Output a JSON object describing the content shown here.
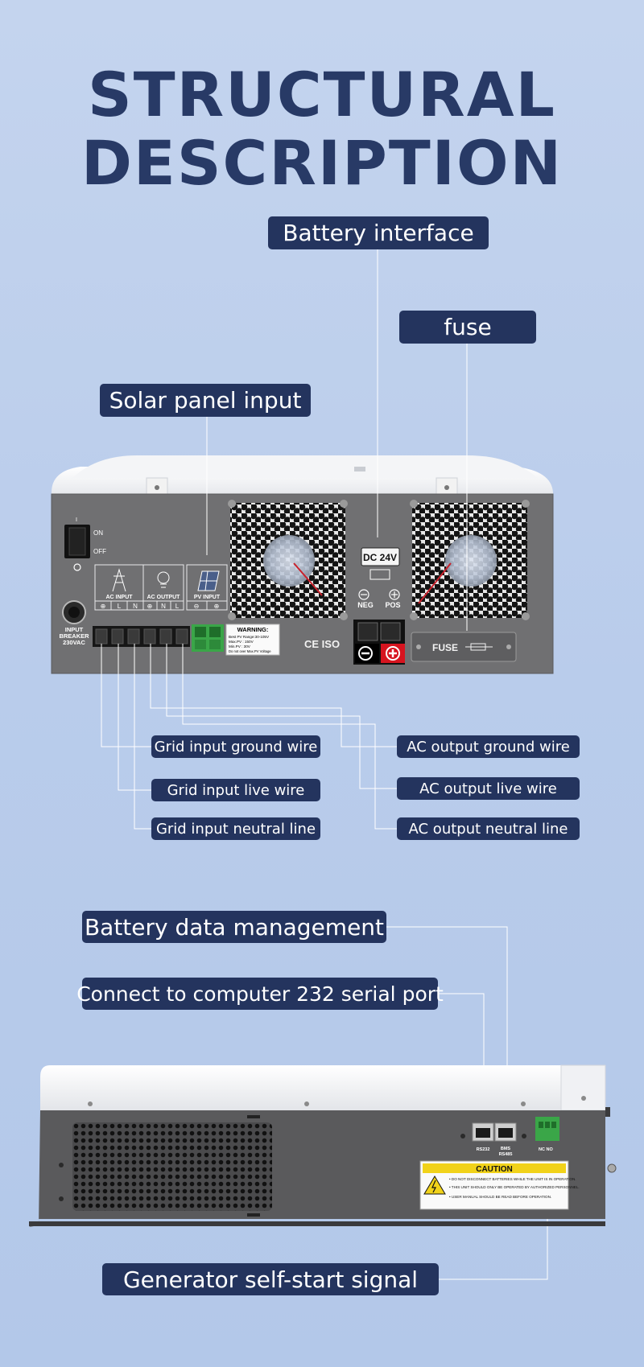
{
  "heading": {
    "line1": "STRUCTURAL",
    "line2": "DESCRIPTION"
  },
  "callouts": {
    "battery_interface": "Battery interface",
    "fuse": "fuse",
    "solar_panel_input": "Solar panel input",
    "grid_input_ground_wire": "Grid input ground wire",
    "grid_input_live_wire": "Grid input live wire",
    "grid_input_neutral_line": "Grid input neutral line",
    "ac_output_ground_wire": "AC output ground wire",
    "ac_output_live_wire": "AC output live wire",
    "ac_output_neutral_line": "AC output neutral line",
    "battery_data_management": "Battery data management",
    "computer_serial_port": "Connect to computer 232 serial port",
    "generator_signal": "Generator self-start signal"
  },
  "rear_panel": {
    "switch_on": "ON",
    "switch_off": "OFF",
    "switch_top": "I",
    "breaker_label": [
      "INPUT",
      "BREAKER",
      "230VAC"
    ],
    "ac_input": "AC INPUT",
    "ac_input_pins": [
      "⊕",
      "L",
      "N"
    ],
    "ac_output": "AC OUTPUT",
    "ac_output_pins": [
      "⊕",
      "N",
      "L"
    ],
    "pv_input": "PV INPUT",
    "pv_input_pins": [
      "⊖",
      "⊕"
    ],
    "warning_title": "WARNING:",
    "warning_lines": [
      "Best PV Range:30-105V",
      "Max.PV : 150V",
      "Min.PV : 30V",
      "Do not over Max.PV Voltage"
    ],
    "dc_rating": "DC 24V",
    "neg": "NEG",
    "pos": "POS",
    "fuse_label": "FUSE",
    "cert": "CE ISO"
  },
  "side_panel": {
    "port1": "RS232",
    "port2": [
      "BMS",
      "RS485"
    ],
    "relay": "NC    NO",
    "caution_title": "CAUTION",
    "caution_lines": [
      "• DO NOT DISCONNECT BATTERIES WHILE THE UNIT IS IN OPERATION.",
      "• THIS UNIT SHOULD ONLY BE OPERATED BY AUTHORIZED PERSONNEL.",
      "• USER MANUAL SHOULD BE READ BEFORE OPERATION."
    ]
  },
  "colors": {
    "background": "#c4d4ee",
    "title": "#283a66",
    "label_bg": "#24345e",
    "panel_gray": "#6e6e70",
    "terminal_green": "#3aa648",
    "caution_yellow": "#f1d21a",
    "positive_red": "#d7141f"
  }
}
